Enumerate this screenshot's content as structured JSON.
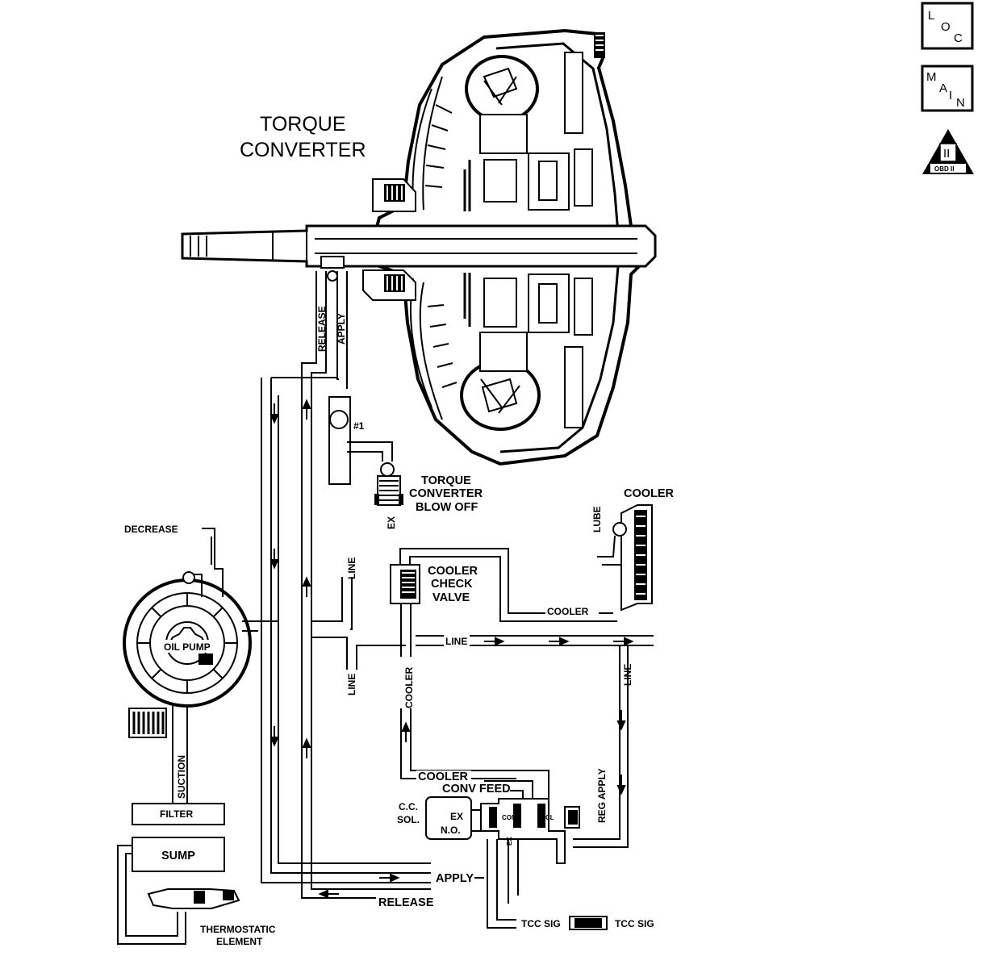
{
  "title": [
    "TORQUE",
    "CONVERTER"
  ],
  "nav": {
    "loc": [
      "L",
      "O",
      "C"
    ],
    "main": [
      "M",
      "A",
      "I",
      "N"
    ],
    "obd_numeral": "II",
    "obd_text": "OBD II"
  },
  "labels": {
    "release": "RELEASE",
    "apply_vertical": "APPLY",
    "check_ball": "#1",
    "blow_off": [
      "TORQUE",
      "CONVERTER",
      "BLOW OFF"
    ],
    "ex": "EX",
    "cooler_top": "COOLER",
    "lube": "LUBE",
    "decrease": "DECREASE",
    "line_upper": "LINE",
    "line_lower": "LINE",
    "line_right": "LINE",
    "line_horizontal": "LINE",
    "cooler_check": [
      "COOLER",
      "CHECK",
      "VALVE"
    ],
    "cooler_line": "COOLER",
    "cooler_vertical": "COOLER",
    "oil_pump": "OIL PUMP",
    "suction": "SUCTION",
    "filter": "FILTER",
    "sump": "SUMP",
    "thermostatic": [
      "THERMOSTATIC",
      "ELEMENT"
    ],
    "cooler_valve": "COOLER",
    "conv_feed": "CONV FEED",
    "cc_sol": [
      "C.C.",
      "SOL."
    ],
    "sol_ex": "EX",
    "sol_no": "N.O.",
    "conv": "CONV",
    "cl": "CL",
    "ex_valve": "EX",
    "reg_apply": "REG APPLY",
    "apply_bottom": "APPLY",
    "release_bottom": "RELEASE",
    "tcc_sig_1": "TCC SIG",
    "tcc_sig_2": "TCC SIG"
  }
}
